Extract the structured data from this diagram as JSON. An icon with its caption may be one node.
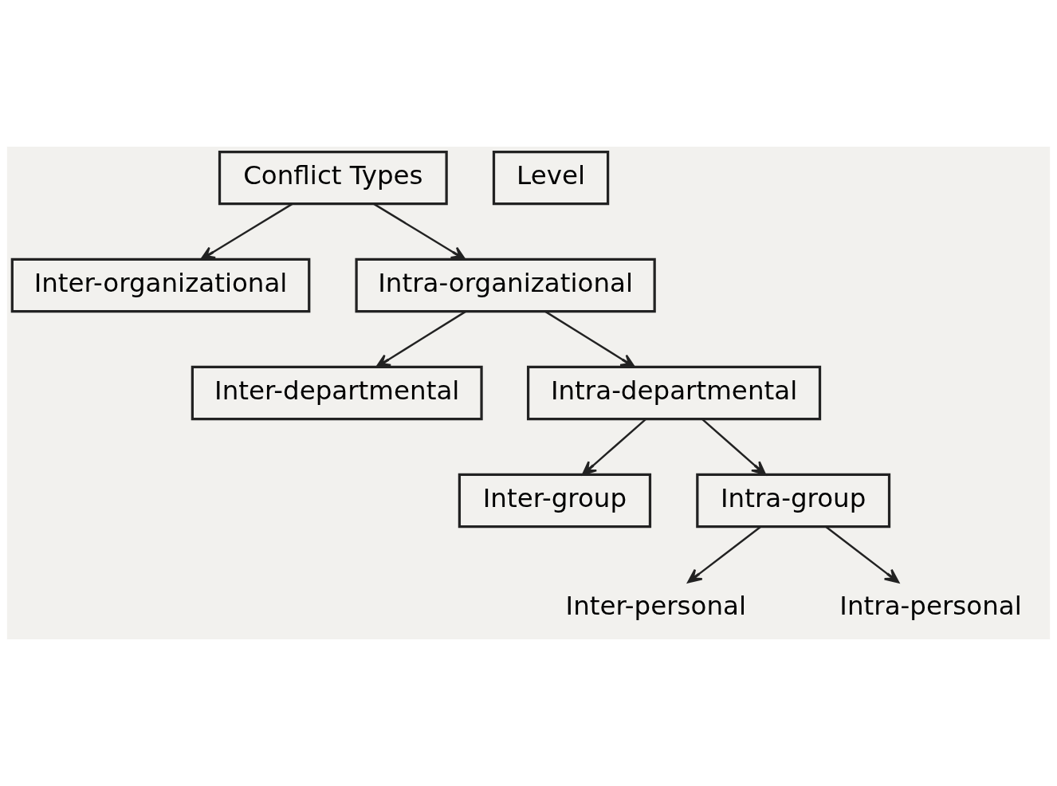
{
  "diagram": {
    "nodes": [
      {
        "text": [
          "Conflict Types"
        ]
      },
      {
        "text": [
          "Level"
        ]
      },
      {
        "text": [
          "Inter-organizational"
        ]
      },
      {
        "text": [
          "Intra-organizational"
        ]
      },
      {
        "text": [
          "Inter-departmental"
        ]
      },
      {
        "text": [
          "Intra-departmental"
        ]
      },
      {
        "text": [
          "Inter-group"
        ]
      },
      {
        "text": [
          "Intra-group"
        ]
      },
      {
        "text": [
          "Inter-personal"
        ]
      },
      {
        "text": [
          "Intra-personal"
        ]
      }
    ],
    "edges": [
      {
        "from": 0,
        "to": 2,
        "arrow": "to"
      },
      {
        "from": 0,
        "to": 3,
        "arrow": "to"
      },
      {
        "from": 3,
        "to": 4,
        "arrow": "to"
      },
      {
        "from": 3,
        "to": 5,
        "arrow": "to"
      },
      {
        "from": 5,
        "to": 6,
        "arrow": "to"
      },
      {
        "from": 5,
        "to": 7,
        "arrow": "to"
      },
      {
        "from": 7,
        "to": 8,
        "arrow": "to"
      },
      {
        "from": 7,
        "to": 9,
        "arrow": "to"
      }
    ]
  }
}
